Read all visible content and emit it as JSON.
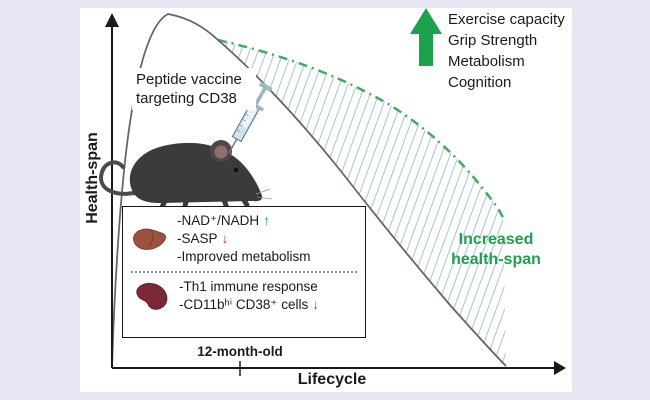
{
  "colors": {
    "background": "#e7e7f3",
    "panel": "#ffffff",
    "accent_green": "#1ca24c",
    "arrow_red": "#cc2626",
    "curve_gray": "#666666",
    "hatch_blue": "#aac3d2"
  },
  "axes": {
    "y_label": "Health-span",
    "x_label": "Lifecycle",
    "x_tick_label": "12-month-old"
  },
  "benefits": {
    "items": [
      "Exercise capacity",
      "Grip Strength",
      "Metabolism",
      "Cognition"
    ],
    "icon": "increase-arrow-icon"
  },
  "vaccine_label": {
    "line1": "Peptide vaccine",
    "line2": "targeting CD38"
  },
  "increased_healthspan": {
    "line1": "Increased",
    "line2": "health-span"
  },
  "info_box": {
    "liver": {
      "icon": "liver-icon",
      "items": [
        {
          "text": "-NAD⁺/NADH",
          "arrow": "↑",
          "arrow_color": "green"
        },
        {
          "text": "-SASP",
          "arrow": "↓",
          "arrow_color": "red"
        },
        {
          "text": "-Improved metabolism",
          "arrow": "",
          "arrow_color": ""
        }
      ]
    },
    "spleen": {
      "icon": "spleen-icon",
      "items": [
        {
          "text": "-Th1 immune response",
          "arrow": "",
          "arrow_color": ""
        },
        {
          "text": "-CD11bʰⁱ CD38⁺ cells",
          "arrow": "↓",
          "arrow_color": "red"
        }
      ]
    }
  }
}
